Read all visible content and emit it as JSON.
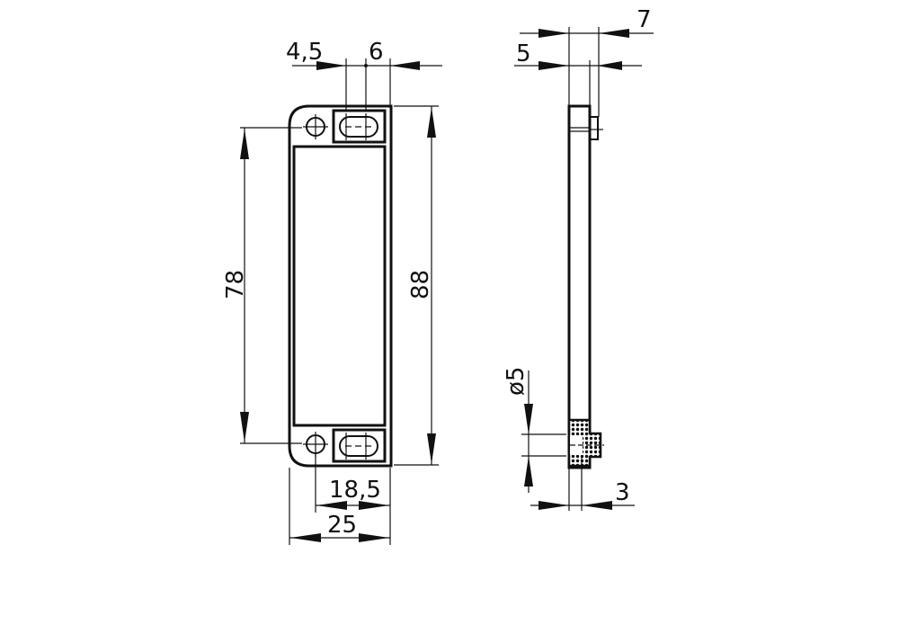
{
  "drawing": {
    "front_view": {
      "dimensions": {
        "slot_offset": "4,5",
        "slot_width": "6",
        "hole_spacing": "78",
        "overall_height": "88",
        "hole_to_edge": "18,5",
        "overall_width": "25"
      }
    },
    "side_view": {
      "dimensions": {
        "total_depth": "7",
        "body_depth": "5",
        "hole_diameter": "ø5",
        "base_thickness": "3"
      }
    },
    "colors": {
      "line": "#111111",
      "background": "#ffffff"
    }
  }
}
